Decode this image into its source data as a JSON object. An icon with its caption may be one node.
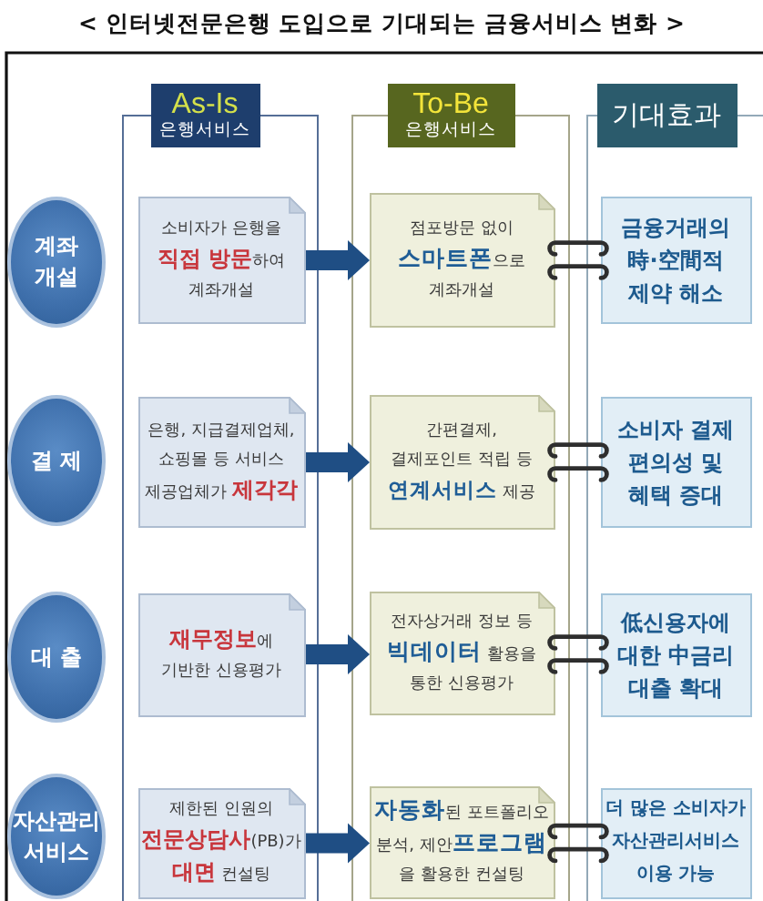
{
  "diagram": {
    "title": "< 인터넷전문은행 도입으로 기대되는 금융서비스 변화 >",
    "nodes": [
      {
        "text": [
          "As-Is",
          "은행서비스"
        ]
      },
      {
        "text": [
          "To-Be",
          "은행서비스"
        ]
      },
      {
        "text": [
          "기대효과"
        ]
      },
      {
        "text": [
          "계좌 개설"
        ]
      },
      {
        "text": [
          "소비자가 은행을 **직접 방문**하여 계좌개설"
        ],
        "in": 0
      },
      {
        "text": [
          "점포방문 없이 **스마트폰**으로 계좌개설"
        ],
        "in": 1
      },
      {
        "text": [
          "금융거래의 時·空間적 제약 해소"
        ],
        "in": 2
      },
      {
        "text": [
          "결 제"
        ]
      },
      {
        "text": [
          "은행, 지급결제업체, 쇼핑몰 등 서비스 제공업체가 **제각각**"
        ],
        "in": 0
      },
      {
        "text": [
          "간편결제, 결제포인트 적립 등 **연계서비스** 제공"
        ],
        "in": 1
      },
      {
        "text": [
          "소비자 결제 편의성 및 혜택 증대"
        ],
        "in": 2
      },
      {
        "text": [
          "대 출"
        ]
      },
      {
        "text": [
          "**재무정보**에 기반한 신용평가"
        ],
        "in": 0
      },
      {
        "text": [
          "전자상거래 정보 등 **빅데이터** 활용을 통한 신용평가"
        ],
        "in": 1
      },
      {
        "text": [
          "低신용자에 대한 中금리 대출 확대"
        ],
        "in": 2
      },
      {
        "text": [
          "자산관리 서비스"
        ]
      },
      {
        "text": [
          "제한된 인원의 **전문상담사**(PB)가 **대면** 컨설팅"
        ],
        "in": 0
      },
      {
        "text": [
          "**자동화**된 포트폴리오 분석, 제안**프로그램**을 활용한 컨설팅"
        ],
        "in": 1
      },
      {
        "text": [
          "더 많은 소비자가 자산관리서비스 이용 가능"
        ],
        "in": 2
      }
    ],
    "edges": [
      {
        "from": 4,
        "to": 5,
        "arrow": "to",
        "style": "thick",
        "color": "#1f4e84"
      },
      {
        "from": 5,
        "to": 6,
        "arrow": "none"
      },
      {
        "from": 5,
        "to": 6,
        "arrow": "none"
      },
      {
        "from": 8,
        "to": 9,
        "arrow": "to",
        "style": "thick",
        "color": "#1f4e84"
      },
      {
        "from": 9,
        "to": 10,
        "arrow": "none"
      },
      {
        "from": 9,
        "to": 10,
        "arrow": "none"
      },
      {
        "from": 12,
        "to": 13,
        "arrow": "to",
        "style": "thick",
        "color": "#1f4e84"
      },
      {
        "from": 13,
        "to": 14,
        "arrow": "none"
      },
      {
        "from": 13,
        "to": 14,
        "arrow": "none"
      },
      {
        "from": 16,
        "to": 17,
        "arrow": "to",
        "style": "thick",
        "color": "#1f4e84"
      },
      {
        "from": 17,
        "to": 18,
        "arrow": "none"
      },
      {
        "from": 17,
        "to": 18,
        "arrow": "none"
      }
    ]
  }
}
